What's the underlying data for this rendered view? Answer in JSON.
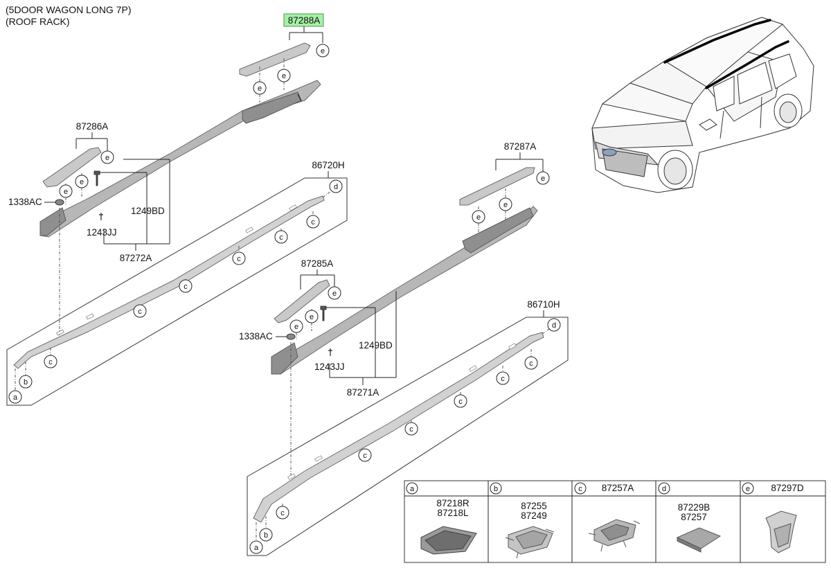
{
  "header": {
    "line1": "(5DOOR WAGON LONG 7P)",
    "line2": "(ROOF RACK)"
  },
  "highlight": {
    "part": "87288A",
    "color": "#a6f0a6"
  },
  "parts": {
    "p87286A": "87286A",
    "p87287A": "87287A",
    "p87285A": "87285A",
    "p86720H": "86720H",
    "p86710H": "86710H",
    "p1338AC_a": "1338AC",
    "p1338AC_b": "1338AC",
    "p1249BD_a": "1249BD",
    "p1249BD_b": "1249BD",
    "p1243JJ_a": "1243JJ",
    "p1243JJ_b": "1243JJ",
    "p87272A": "87272A",
    "p87271A": "87271A"
  },
  "callouts": {
    "a": "a",
    "b": "b",
    "c": "c",
    "d": "d",
    "e": "e"
  },
  "legend": [
    {
      "key": "a",
      "parts": [
        "87218R",
        "87218L"
      ]
    },
    {
      "key": "b",
      "parts": [
        "87255",
        "87249"
      ]
    },
    {
      "key": "c",
      "parts": [
        "87257A"
      ]
    },
    {
      "key": "d",
      "parts": [
        "87229B",
        "87257"
      ]
    },
    {
      "key": "e",
      "parts": [
        "87297D"
      ]
    }
  ]
}
